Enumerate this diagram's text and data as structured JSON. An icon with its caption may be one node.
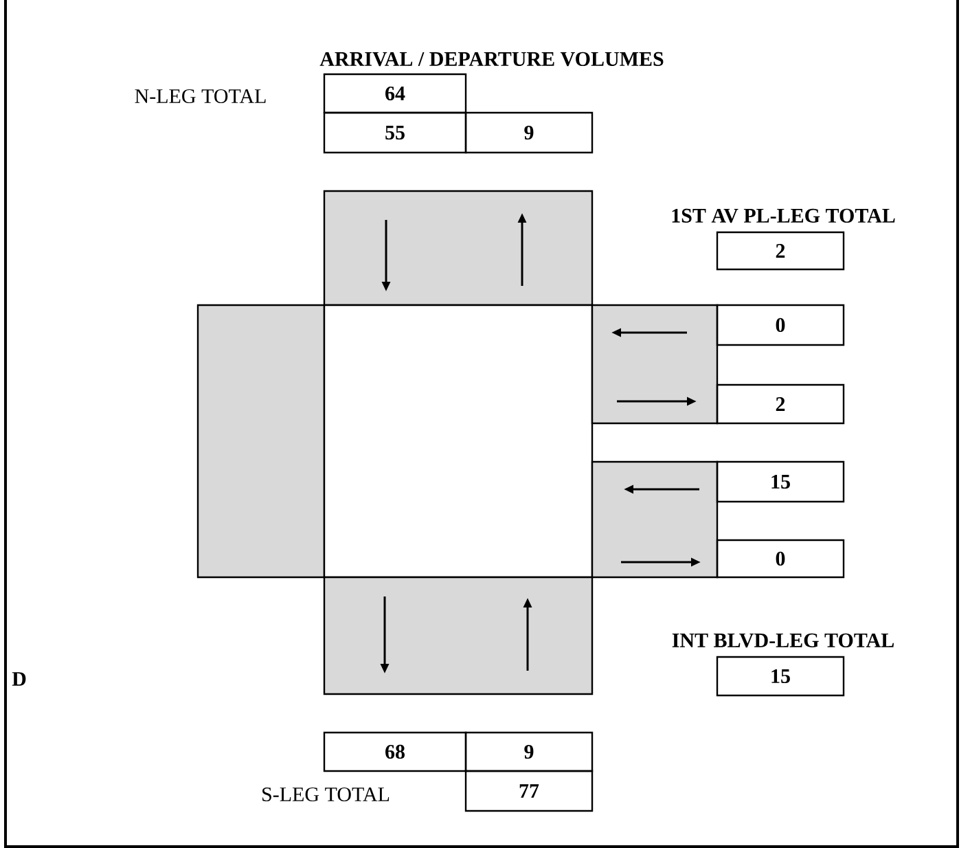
{
  "diagram": {
    "title": "ARRIVAL / DEPARTURE VOLUMES",
    "nodes": [
      {
        "text": [
          "64"
        ]
      },
      {
        "text": [
          "55"
        ]
      },
      {
        "text": [
          "9"
        ]
      },
      {
        "text": [],
        "shape": "box"
      },
      {
        "text": [
          "2"
        ]
      },
      {
        "text": [],
        "shape": "box"
      },
      {
        "text": [],
        "shape": "box"
      },
      {
        "text": [],
        "shape": "box"
      },
      {
        "text": [
          "0"
        ]
      },
      {
        "text": [
          "2"
        ]
      },
      {
        "text": [],
        "shape": "box"
      },
      {
        "text": [
          "15"
        ]
      },
      {
        "text": [
          "0"
        ]
      },
      {
        "text": [],
        "shape": "box"
      },
      {
        "text": [
          "15"
        ]
      },
      {
        "text": [
          "68"
        ]
      },
      {
        "text": [
          "9"
        ]
      },
      {
        "text": [
          "77"
        ]
      }
    ],
    "labels": [
      "N-LEG TOTAL",
      "1ST AV PL-LEG TOTAL",
      "INT BLVD-LEG TOTAL",
      "D",
      "S-LEG TOTAL"
    ]
  }
}
